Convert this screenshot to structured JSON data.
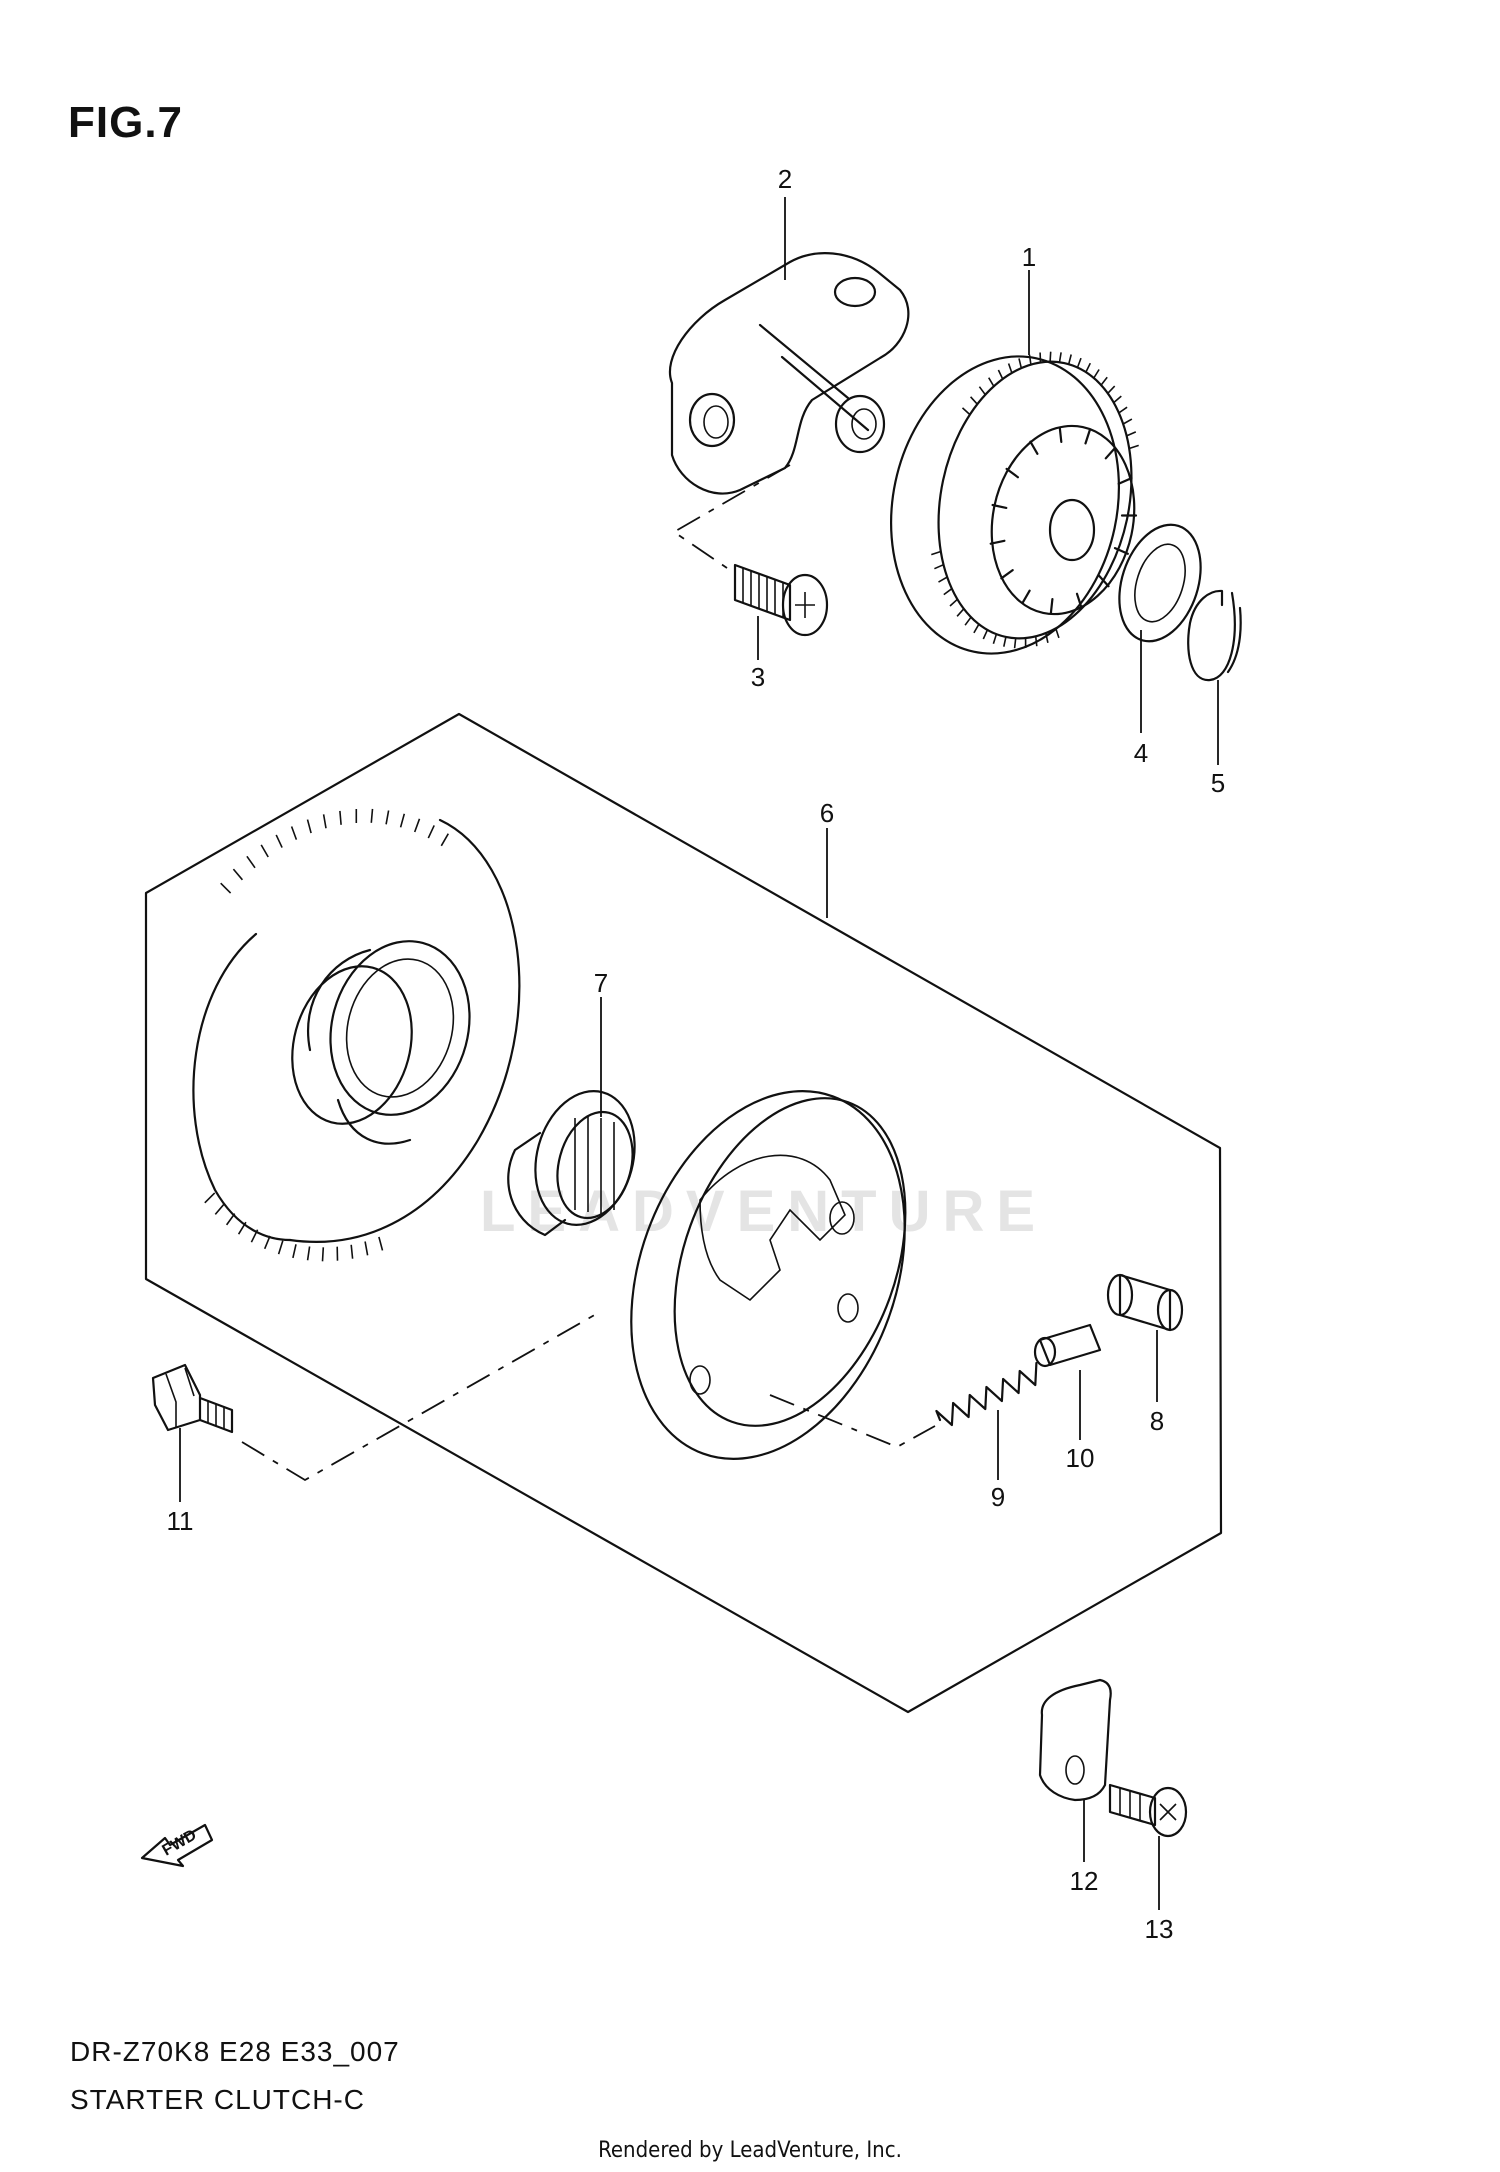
{
  "figure_title": "FIG.7",
  "diagram_code": "DR-Z70K8 E28 E33_007",
  "diagram_name": "STARTER CLUTCH-C",
  "footer_text": "Rendered by LeadVenture, Inc.",
  "watermark_text": "LEADVENTURE",
  "direction_marker": "FWD",
  "callouts": {
    "c1": "1",
    "c2": "2",
    "c3": "3",
    "c4": "4",
    "c5": "5",
    "c6": "6",
    "c7": "7",
    "c8": "8",
    "c9": "9",
    "c10": "10",
    "c11": "11",
    "c12": "12",
    "c13": "13"
  }
}
